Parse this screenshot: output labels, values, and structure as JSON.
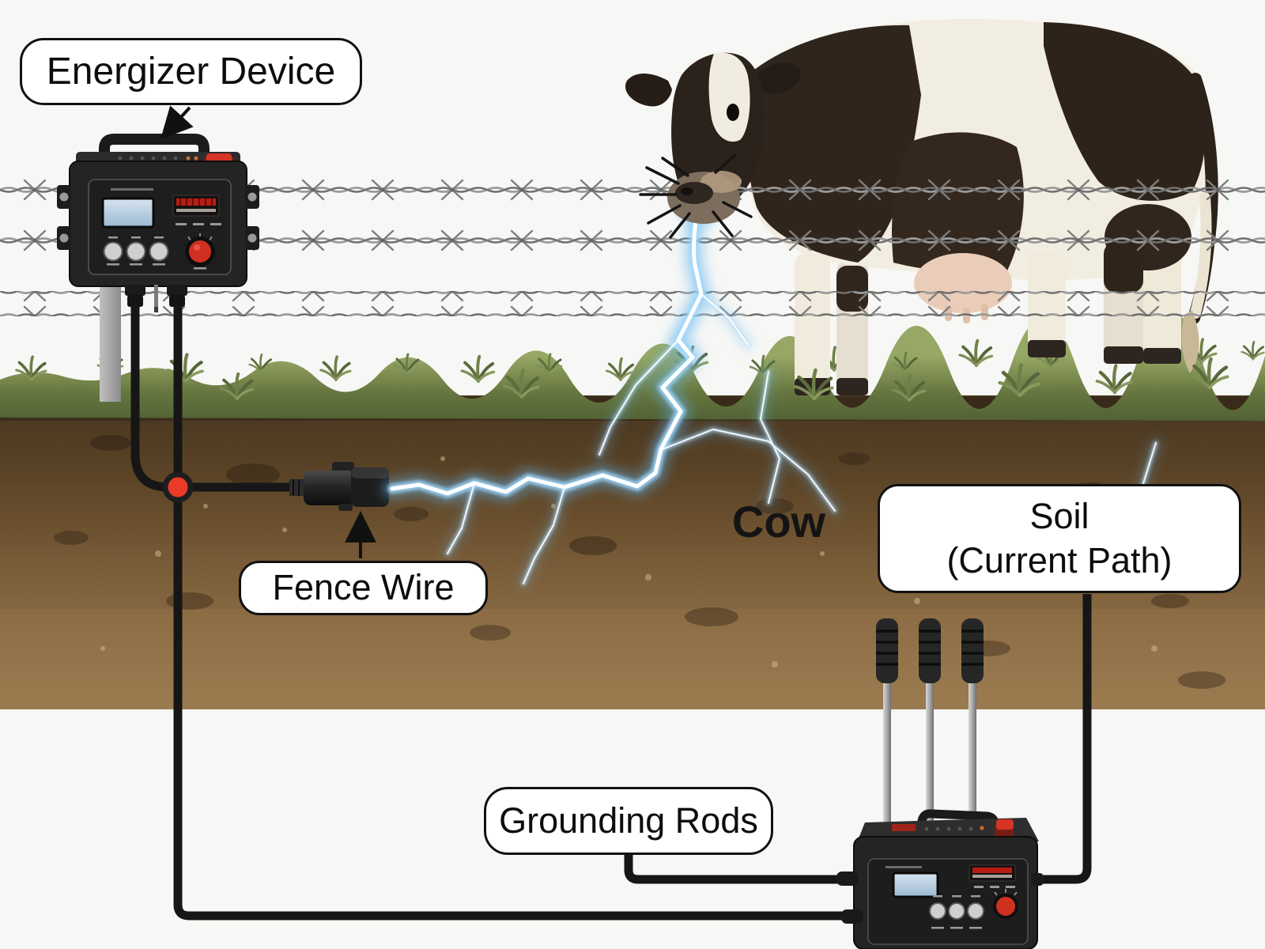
{
  "diagram": {
    "labels": {
      "energizer": "Energizer Device",
      "fence_wire": "Fence Wire",
      "cow": "Cow",
      "soil_line1": "Soil",
      "soil_line2": "(Current Path)",
      "grounding": "Grounding Rods"
    },
    "colors": {
      "background": "#f7f7f5",
      "label_background": "#ffffff",
      "label_border": "#111111",
      "wire_black": "#161616",
      "junction_red": "#ea3b28",
      "device_body": "#242424",
      "device_accent_red": "#d63426",
      "lcd_blue": "#b5cfe2",
      "led_display_red": "#b81d12",
      "lightning_core": "#ffffff",
      "lightning_glow": "#5fb4f0",
      "soil_brown": "#7a5c38",
      "grass_green": "#6e8048",
      "barbed_wire_gray": "#8f8f8f",
      "cow_patch_brown": "#33271e",
      "cow_white": "#f2ede1",
      "post_gray": "#a3a3a3"
    }
  }
}
